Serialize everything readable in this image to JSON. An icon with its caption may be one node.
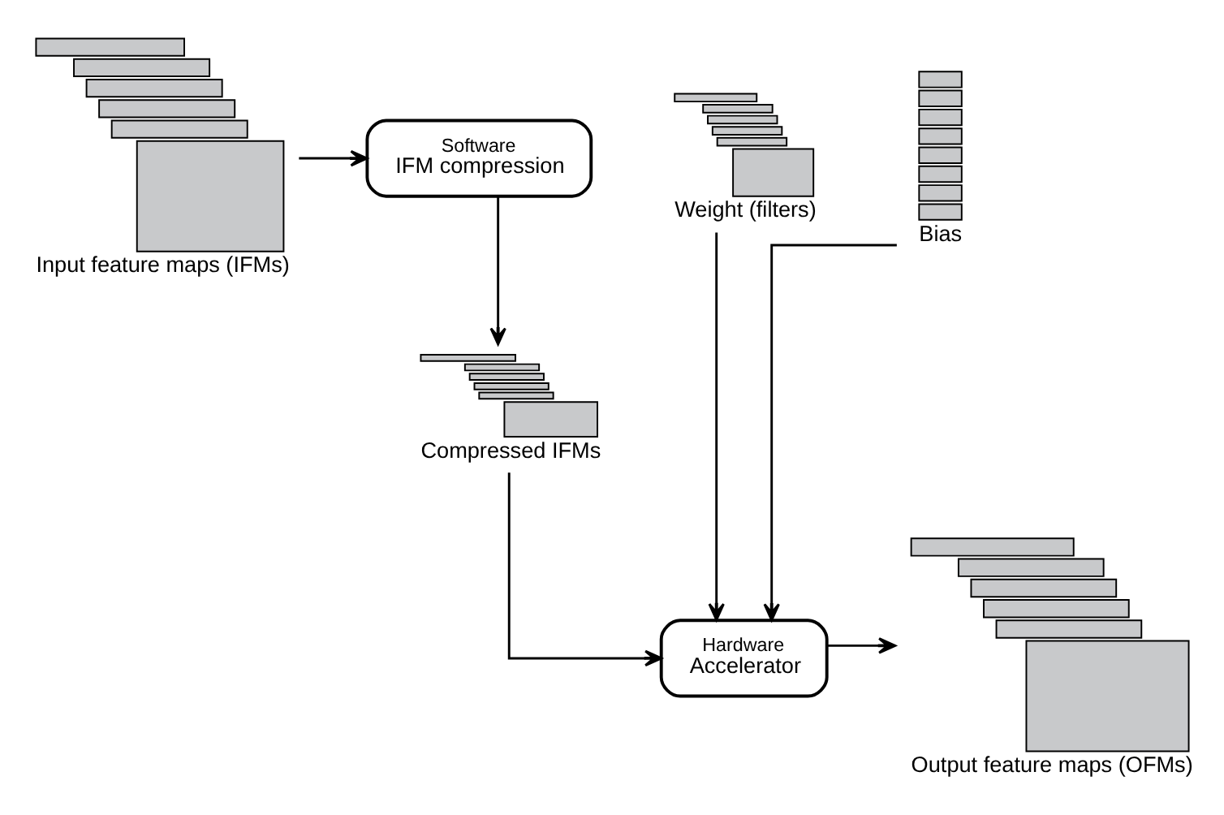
{
  "diagram": {
    "nodes": [
      {
        "text": [],
        "shape": "picture",
        "beside": [
          "Input feature maps (IFMs)"
        ]
      },
      {
        "text": [
          "Software",
          "IFM compression"
        ]
      },
      {
        "text": [],
        "shape": "picture",
        "beside": [
          "Compressed IFMs"
        ]
      },
      {
        "text": [],
        "shape": "picture",
        "beside": [
          "Weight (filters)"
        ]
      },
      {
        "text": [],
        "shape": "picture",
        "beside": [
          "Bias"
        ]
      },
      {
        "text": [
          "Hardware",
          "Accelerator"
        ]
      },
      {
        "text": [],
        "shape": "picture",
        "beside": [
          "Output feature maps (OFMs)"
        ]
      }
    ],
    "edges": [
      {
        "from": 0,
        "to": 1,
        "arrow": "to"
      },
      {
        "from": 1,
        "to": 2,
        "arrow": "to"
      },
      {
        "from": 2,
        "to": 5,
        "arrow": "to"
      },
      {
        "from": 3,
        "to": 5,
        "arrow": "to"
      },
      {
        "from": 4,
        "to": 5,
        "arrow": "to"
      },
      {
        "from": 5,
        "to": 6,
        "arrow": "to"
      }
    ]
  }
}
